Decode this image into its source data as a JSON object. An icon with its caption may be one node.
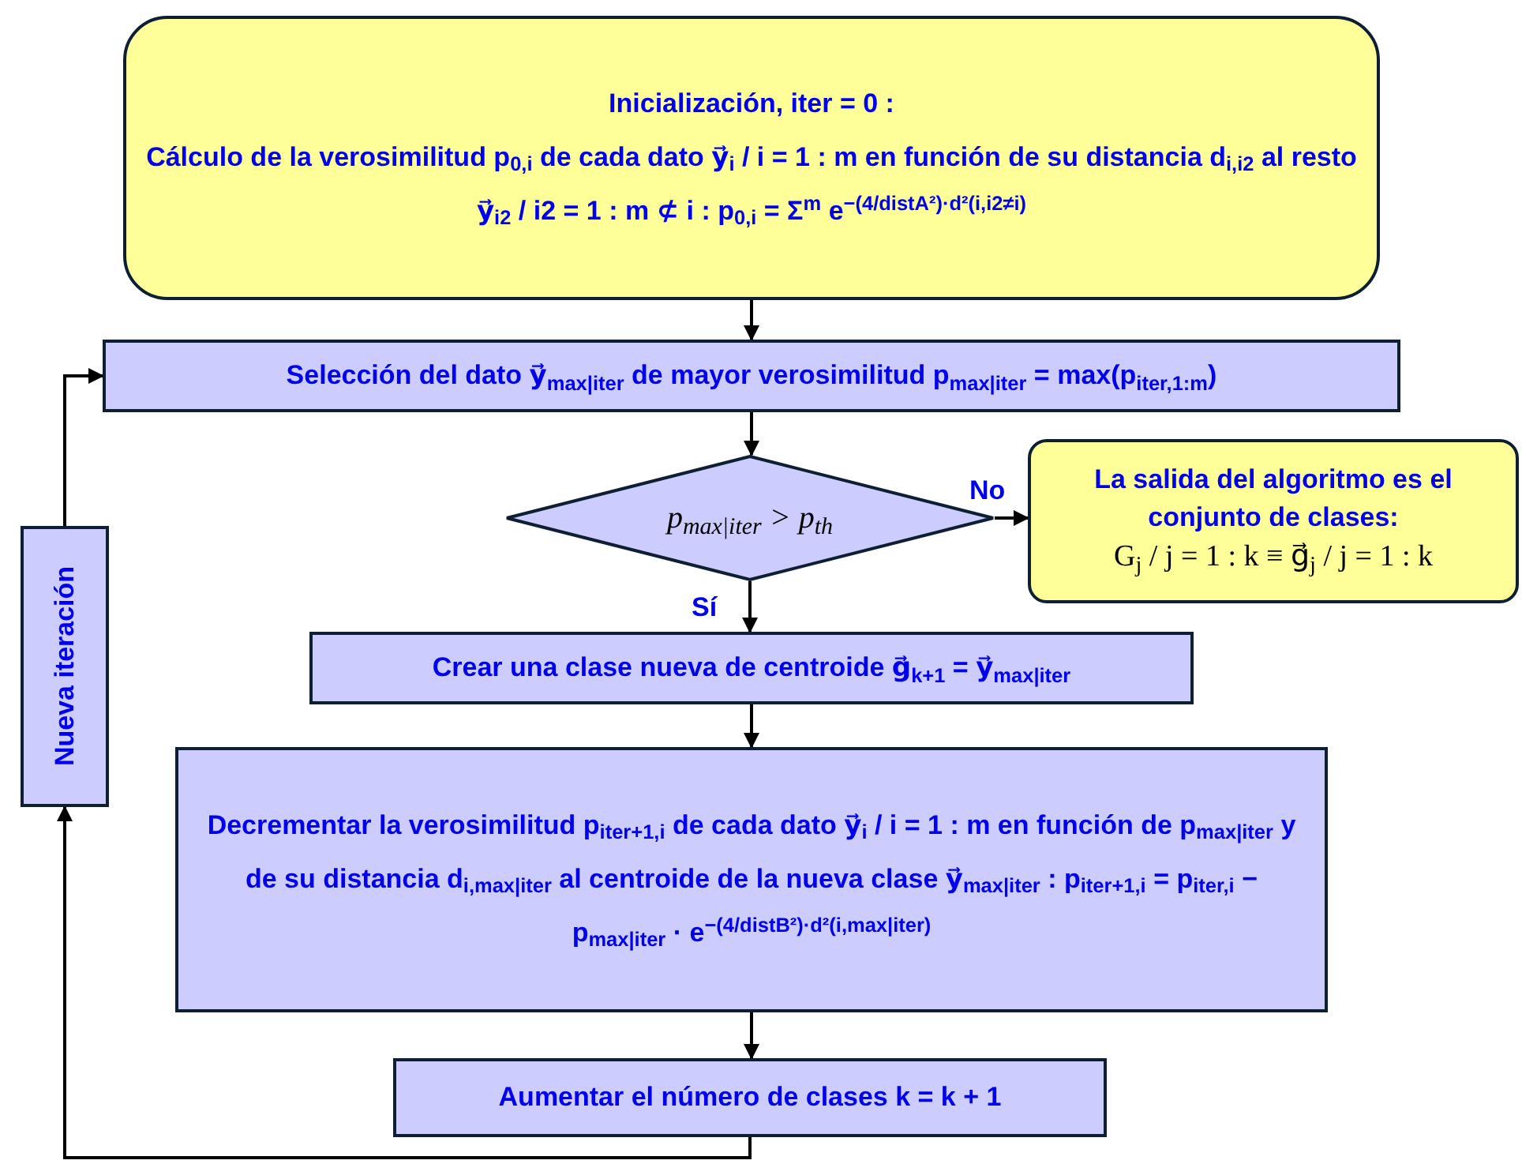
{
  "diagram": {
    "nodes": [
      {
        "text": [
          "Inicialización, iter = 0 :",
          "Cálculo de la verosimilitud p$_{0,i}$ de cada dato y⃗$_{i}$ / i = 1 : m en función de su distancia d$_{i,i2}$ al resto y⃗$_{i2}$ / i2 = 1 : m ⊄ i : p$_{0,i}$ = Σ$^{m}$ e$^{−(4/distA²)·d²(i,i2≠i)}$"
        ]
      },
      {
        "text": [
          "Selección del dato y⃗$_{max|iter}$ de mayor verosimilitud p$_{max|iter}$ = max(p$_{iter,1:m}$)"
        ]
      },
      {
        "text": [
          "p$_{max|iter}$ > p$_{th}$"
        ]
      },
      {
        "text": [
          "La salida del algoritmo es el conjunto de clases:",
          "G$_{j}$ / j = 1 : k ≡ g⃗$_{j}$ / j = 1 : k"
        ]
      },
      {
        "text": [
          "Crear una clase nueva de centroide g⃗$_{k+1}$ = y⃗$_{max|iter}$"
        ]
      },
      {
        "text": [
          "Decrementar la verosimilitud p$_{iter+1,i}$ de cada dato y⃗$_{i}$ / i = 1 : m en función de p$_{max|iter}$ y de su distancia d$_{i,max|iter}$ al centroide de la nueva clase y⃗$_{max|iter}$ : p$_{iter+1,i}$ = p$_{iter,i}$ − p$_{max|iter}$ · e$^{−(4/distB²)·d²(i,max|iter)}$"
        ]
      },
      {
        "text": [
          "Aumentar el número de clases k = k + 1"
        ]
      },
      {
        "text": [
          "Nueva iteración"
        ]
      }
    ],
    "edges": [
      {
        "from": 0,
        "to": 1,
        "arrow": "to"
      },
      {
        "from": 1,
        "to": 2,
        "arrow": "to"
      },
      {
        "from": 2,
        "to": 3,
        "arrow": "to",
        "label": "No"
      },
      {
        "from": 2,
        "to": 4,
        "arrow": "to",
        "label": "Sí"
      },
      {
        "from": 4,
        "to": 5,
        "arrow": "to"
      },
      {
        "from": 5,
        "to": 6,
        "arrow": "to"
      },
      {
        "from": 6,
        "to": 7,
        "arrow": "to"
      },
      {
        "from": 7,
        "to": 1,
        "arrow": "to"
      }
    ]
  }
}
